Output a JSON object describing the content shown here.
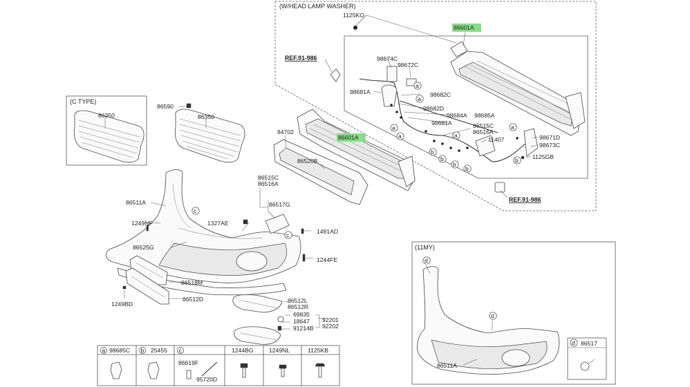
{
  "sections": {
    "washer": "(W/HEAD LAMP WASHER)",
    "ctype": "(C TYPE)",
    "my11": "(11MY)"
  },
  "refs": [
    "REF.91-986",
    "REF.91-986"
  ],
  "callouts": [
    {
      "id": "86601A-top",
      "text": "86601A",
      "highlight": true
    },
    {
      "id": "86601A-mid",
      "text": "86601A",
      "highlight": true
    },
    {
      "id": "1125KO",
      "text": "1125KO"
    },
    {
      "id": "98674C",
      "text": "98674C"
    },
    {
      "id": "98672C",
      "text": "98672C"
    },
    {
      "id": "98681A-a",
      "text": "98681A"
    },
    {
      "id": "98682C",
      "text": "98682C"
    },
    {
      "id": "98682D",
      "text": "98682D"
    },
    {
      "id": "98684A",
      "text": "98684A"
    },
    {
      "id": "98685A",
      "text": "98685A"
    },
    {
      "id": "98681A-b",
      "text": "98681A"
    },
    {
      "id": "86515C-top",
      "text": "86515C"
    },
    {
      "id": "86516A-top",
      "text": "86516A"
    },
    {
      "id": "11407",
      "text": "11407"
    },
    {
      "id": "98671D",
      "text": "98671D"
    },
    {
      "id": "98673C",
      "text": "98673C"
    },
    {
      "id": "1125GB",
      "text": "1125GB"
    },
    {
      "id": "86350-c",
      "text": "86350"
    },
    {
      "id": "86590",
      "text": "86590"
    },
    {
      "id": "86350",
      "text": "86350"
    },
    {
      "id": "84702",
      "text": "84702"
    },
    {
      "id": "86520B",
      "text": "86520B"
    },
    {
      "id": "86515C",
      "text": "86515C"
    },
    {
      "id": "86516A",
      "text": "86516A"
    },
    {
      "id": "86517G",
      "text": "86517G"
    },
    {
      "id": "86511A",
      "text": "86511A"
    },
    {
      "id": "1249NF",
      "text": "1249NF"
    },
    {
      "id": "1327AE",
      "text": "1327AE"
    },
    {
      "id": "1491AD",
      "text": "1491AD"
    },
    {
      "id": "86525G",
      "text": "86525G"
    },
    {
      "id": "1244FE",
      "text": "1244FE"
    },
    {
      "id": "86518M",
      "text": "86518M"
    },
    {
      "id": "86512D",
      "text": "86512D"
    },
    {
      "id": "1249BD",
      "text": "1249BD"
    },
    {
      "id": "86512L",
      "text": "86512L"
    },
    {
      "id": "86512R",
      "text": "86512R"
    },
    {
      "id": "69835",
      "text": "69835"
    },
    {
      "id": "18647",
      "text": "18647"
    },
    {
      "id": "91214B",
      "text": "91214B"
    },
    {
      "id": "92201",
      "text": "92201"
    },
    {
      "id": "92202",
      "text": "92202"
    },
    {
      "id": "86511A-11my",
      "text": "86511A"
    }
  ],
  "markers": [
    "a",
    "b",
    "c",
    "d"
  ],
  "legend": [
    {
      "marker": "a",
      "part": "98685C"
    },
    {
      "marker": "b",
      "part": "25455"
    },
    {
      "marker": "c",
      "part": "86619F",
      "part2": "95720D"
    },
    {
      "marker": "",
      "part": "1244BG"
    },
    {
      "marker": "",
      "part": "1249NL"
    },
    {
      "marker": "",
      "part": "1125KB"
    }
  ],
  "d_box": {
    "marker": "d",
    "part": "86517"
  }
}
